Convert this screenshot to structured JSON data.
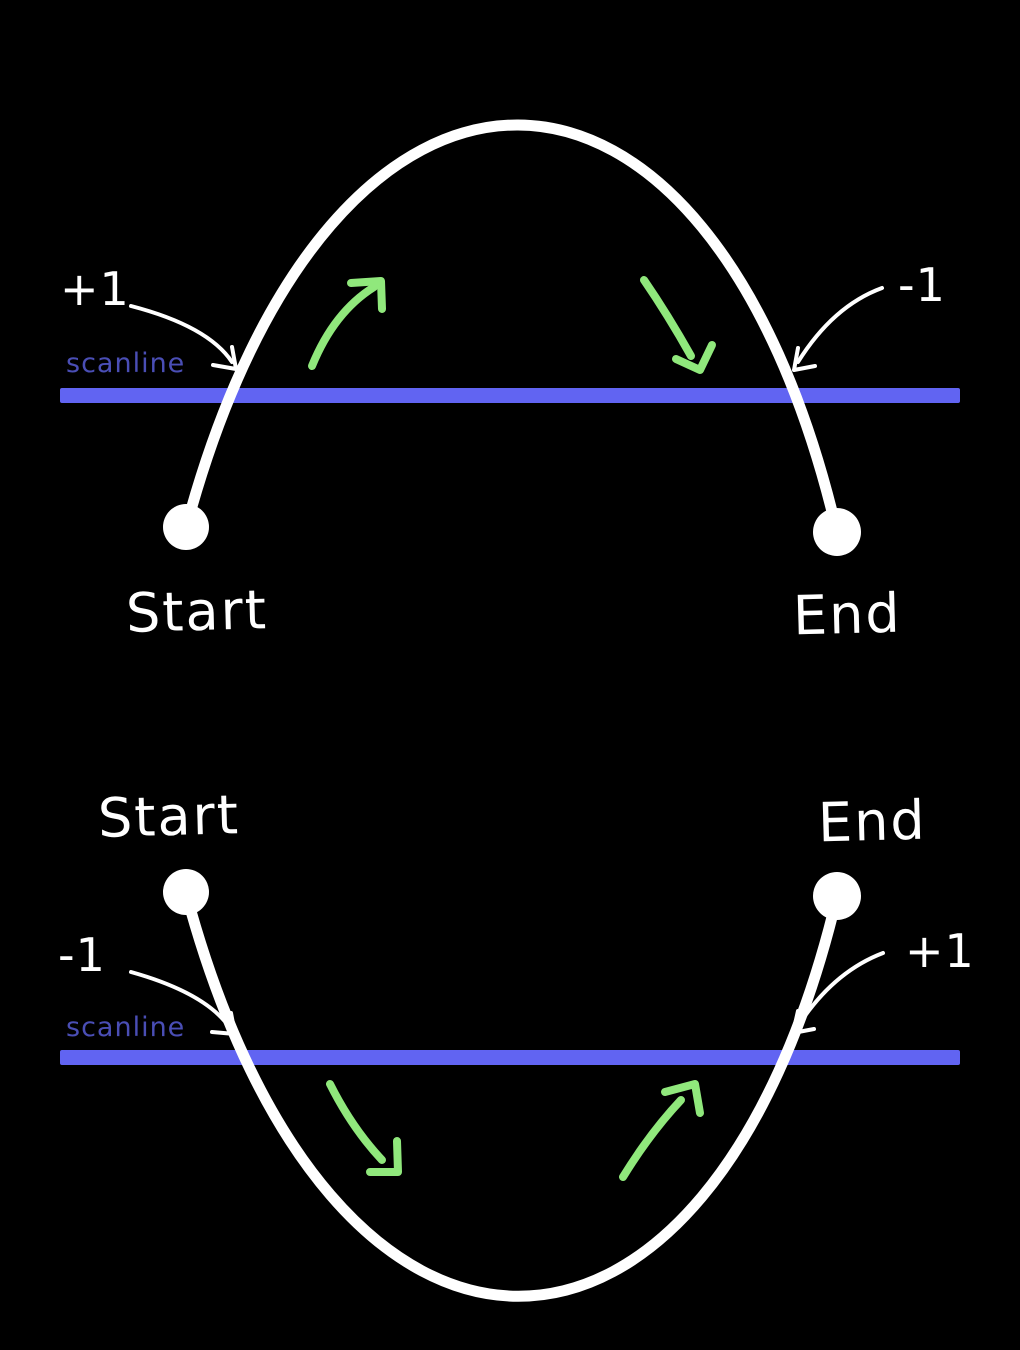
{
  "colors": {
    "background": "#000000",
    "curve": "#FFFFFF",
    "scanline_bar": "#6164F2",
    "scanline_label": "#4A4EB5",
    "direction_arrow_green": "#90E87C",
    "annotation_white": "#FFFFFF"
  },
  "top_diagram": {
    "scanline_label": "scanline",
    "left_winding_label": "+1",
    "right_winding_label": "-1",
    "start_label": "Start",
    "end_label": "End"
  },
  "bottom_diagram": {
    "scanline_label": "scanline",
    "left_winding_label": "-1",
    "right_winding_label": "+1",
    "start_label": "Start",
    "end_label": "End"
  }
}
